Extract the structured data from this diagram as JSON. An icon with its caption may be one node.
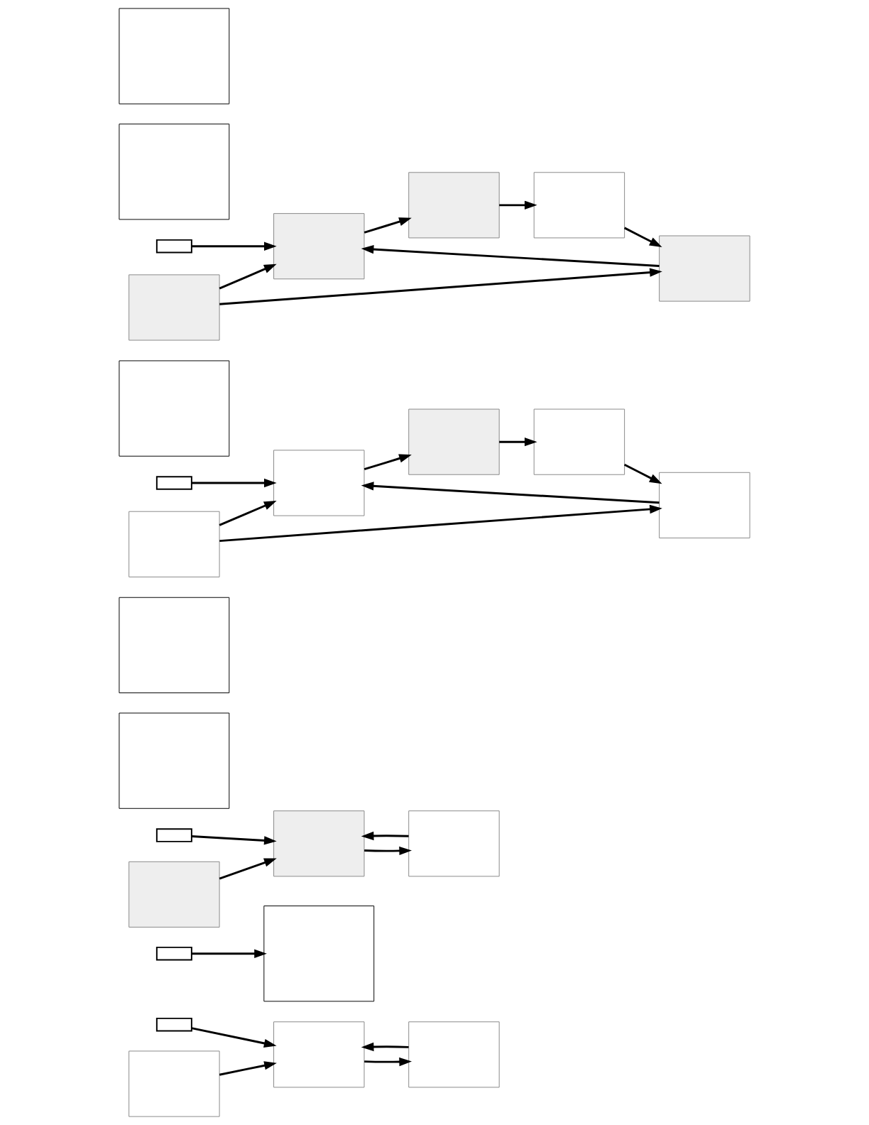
{
  "diagram": {
    "nodes": [
      {
        "text": [],
        "shape": "box"
      },
      {
        "text": [],
        "shape": "box"
      },
      {
        "text": [],
        "shape": "box"
      },
      {
        "text": [],
        "shape": "box"
      },
      {
        "text": [],
        "shape": "box"
      },
      {
        "text": [],
        "shape": "box"
      },
      {
        "text": [],
        "shape": "box"
      },
      {
        "text": [],
        "shape": "box"
      },
      {
        "text": [],
        "shape": "box"
      },
      {
        "text": [],
        "shape": "box"
      },
      {
        "text": [],
        "shape": "box"
      },
      {
        "text": [],
        "shape": "box"
      },
      {
        "text": [],
        "shape": "box"
      },
      {
        "text": [],
        "shape": "box"
      },
      {
        "text": [],
        "shape": "box"
      },
      {
        "text": [],
        "shape": "box"
      },
      {
        "text": [],
        "shape": "box"
      },
      {
        "text": [],
        "shape": "box"
      },
      {
        "text": [],
        "shape": "box"
      },
      {
        "text": [],
        "shape": "box"
      },
      {
        "text": [],
        "shape": "box"
      },
      {
        "text": [],
        "shape": "box"
      },
      {
        "text": [],
        "shape": "box"
      },
      {
        "text": [],
        "shape": "box"
      },
      {
        "text": [],
        "shape": "box"
      },
      {
        "text": [],
        "shape": "box"
      },
      {
        "text": [],
        "shape": "box"
      }
    ],
    "edges": [
      {
        "from": 3,
        "to": 4,
        "arrow": "to"
      },
      {
        "from": 4,
        "to": 5,
        "arrow": "to"
      },
      {
        "from": 5,
        "to": 4,
        "arrow": "to"
      },
      {
        "from": 0,
        "to": 4,
        "arrow": "to"
      },
      {
        "from": 2,
        "to": 1,
        "arrow": "to"
      },
      {
        "from": 8,
        "to": 9,
        "arrow": "to"
      },
      {
        "from": 9,
        "to": 10,
        "arrow": "to"
      },
      {
        "from": 10,
        "to": 9,
        "arrow": "to"
      },
      {
        "from": 6,
        "to": 9,
        "arrow": "to"
      },
      {
        "from": 15,
        "to": 13,
        "arrow": "to"
      },
      {
        "from": 15,
        "to": 17,
        "arrow": "to"
      },
      {
        "from": 13,
        "to": 14,
        "arrow": "to"
      },
      {
        "from": 14,
        "to": 18,
        "arrow": "to"
      },
      {
        "from": 18,
        "to": 17,
        "arrow": "to"
      },
      {
        "from": 17,
        "to": 13,
        "arrow": "to"
      },
      {
        "from": 12,
        "to": 13,
        "arrow": "to"
      },
      {
        "from": 23,
        "to": 21,
        "arrow": "to"
      },
      {
        "from": 23,
        "to": 25,
        "arrow": "to"
      },
      {
        "from": 21,
        "to": 22,
        "arrow": "to"
      },
      {
        "from": 22,
        "to": 26,
        "arrow": "to"
      },
      {
        "from": 26,
        "to": 25,
        "arrow": "to"
      },
      {
        "from": 25,
        "to": 21,
        "arrow": "to"
      },
      {
        "from": 19,
        "to": 21,
        "arrow": "to"
      }
    ]
  }
}
